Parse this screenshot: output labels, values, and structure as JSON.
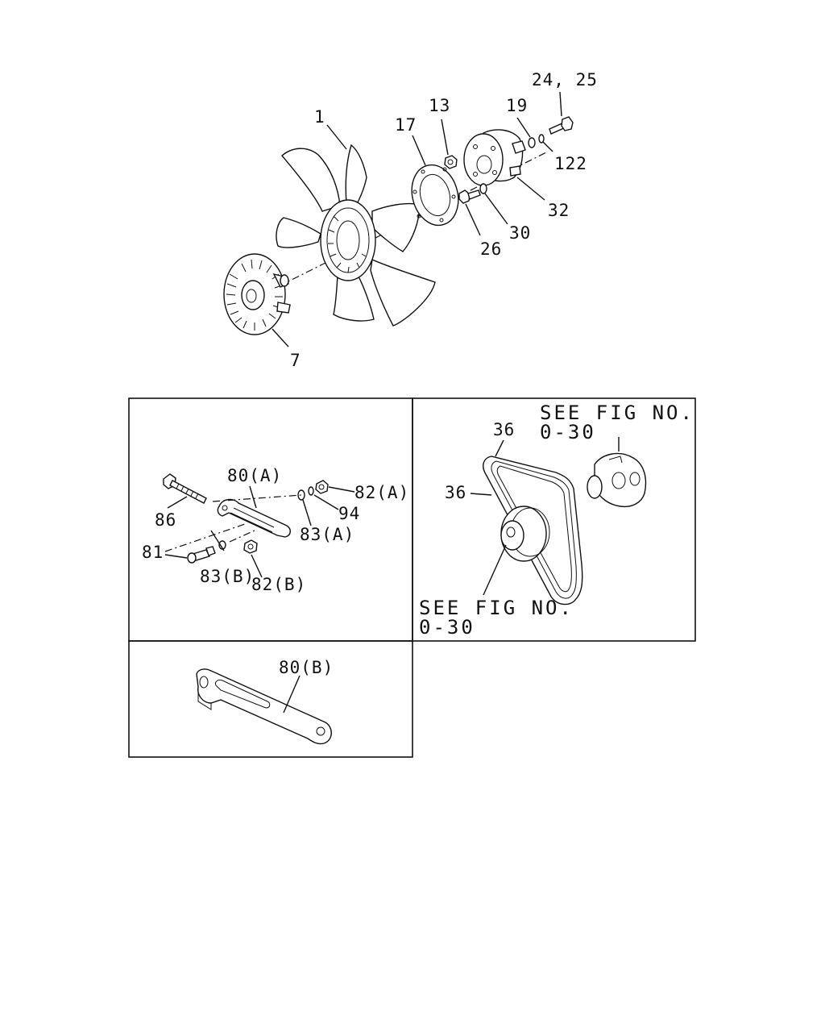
{
  "callouts": {
    "fan": "1",
    "fan_clutch": "7",
    "nut_13": "13",
    "spacer_17": "17",
    "washer_19": "19",
    "bolt_24_25": "24, 25",
    "bolt_26": "26",
    "washer_30": "30",
    "pulley_32": "32",
    "washer_122": "122",
    "belt_36_top": "36",
    "belt_36_left": "36",
    "bracket_80a": "80(A)",
    "bracket_80b": "80(B)",
    "bolt_81": "81",
    "nut_82a": "82(A)",
    "nut_82b": "82(B)",
    "washer_83a": "83(A)",
    "washer_83b": "83(B)",
    "bolt_86": "86",
    "washer_94": "94"
  },
  "references": {
    "pump_ref_line1": "SEE FIG NO.",
    "pump_ref_line2": "0-30",
    "pulley_ref_line1": "SEE FIG NO.",
    "pulley_ref_line2": "0-30"
  },
  "colors": {
    "ink": "#111111",
    "paper": "#ffffff"
  }
}
